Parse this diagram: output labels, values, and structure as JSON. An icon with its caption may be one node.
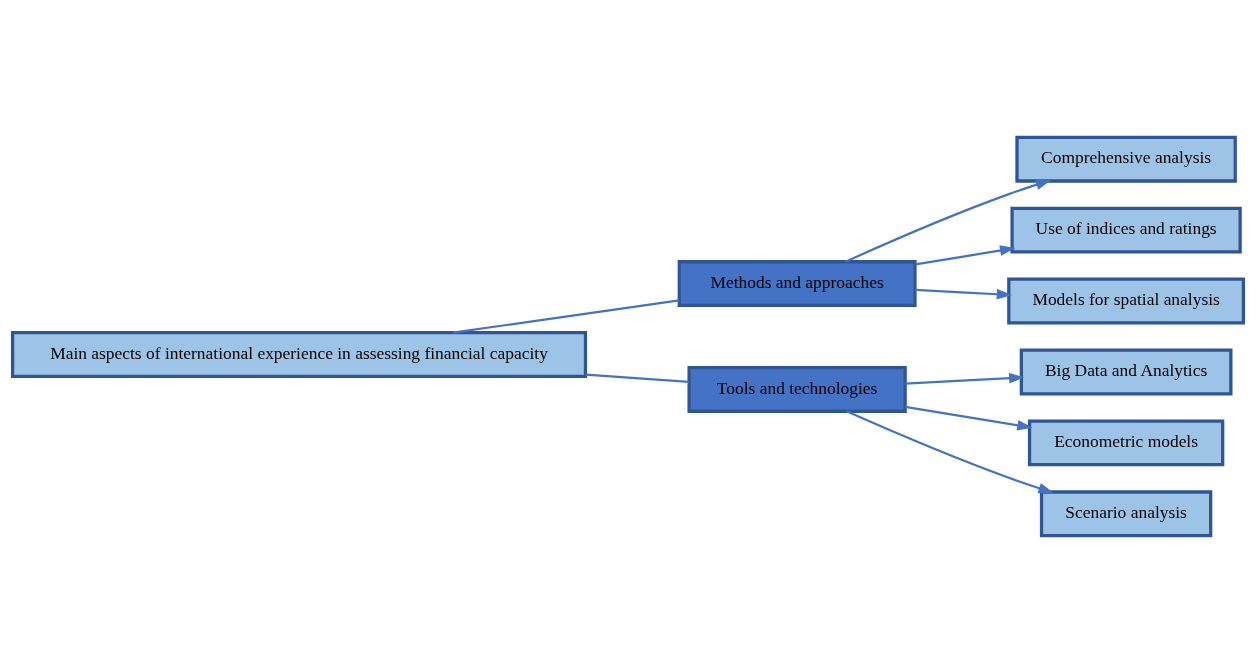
{
  "diagram": {
    "nodes": [
      {
        "text": [
          "Main aspects of international experience in assessing financial capacity"
        ]
      },
      {
        "text": [
          "Methods and approaches"
        ]
      },
      {
        "text": [
          "Comprehensive analysis"
        ]
      },
      {
        "text": [
          "Use of indices and ratings"
        ]
      },
      {
        "text": [
          "Models for spatial analysis"
        ]
      },
      {
        "text": [
          "Tools and technologies"
        ]
      },
      {
        "text": [
          "Big Data and Analytics"
        ]
      },
      {
        "text": [
          "Econometric models"
        ]
      },
      {
        "text": [
          "Scenario analysis"
        ]
      }
    ],
    "edges": [
      {
        "from": 0,
        "to": 1,
        "arrow": "none"
      },
      {
        "from": 0,
        "to": 5,
        "arrow": "none"
      },
      {
        "from": 1,
        "to": 2,
        "arrow": "to"
      },
      {
        "from": 1,
        "to": 3,
        "arrow": "to"
      },
      {
        "from": 1,
        "to": 4,
        "arrow": "to"
      },
      {
        "from": 5,
        "to": 6,
        "arrow": "to"
      },
      {
        "from": 5,
        "to": 7,
        "arrow": "to"
      },
      {
        "from": 5,
        "to": 8,
        "arrow": "to"
      }
    ]
  }
}
